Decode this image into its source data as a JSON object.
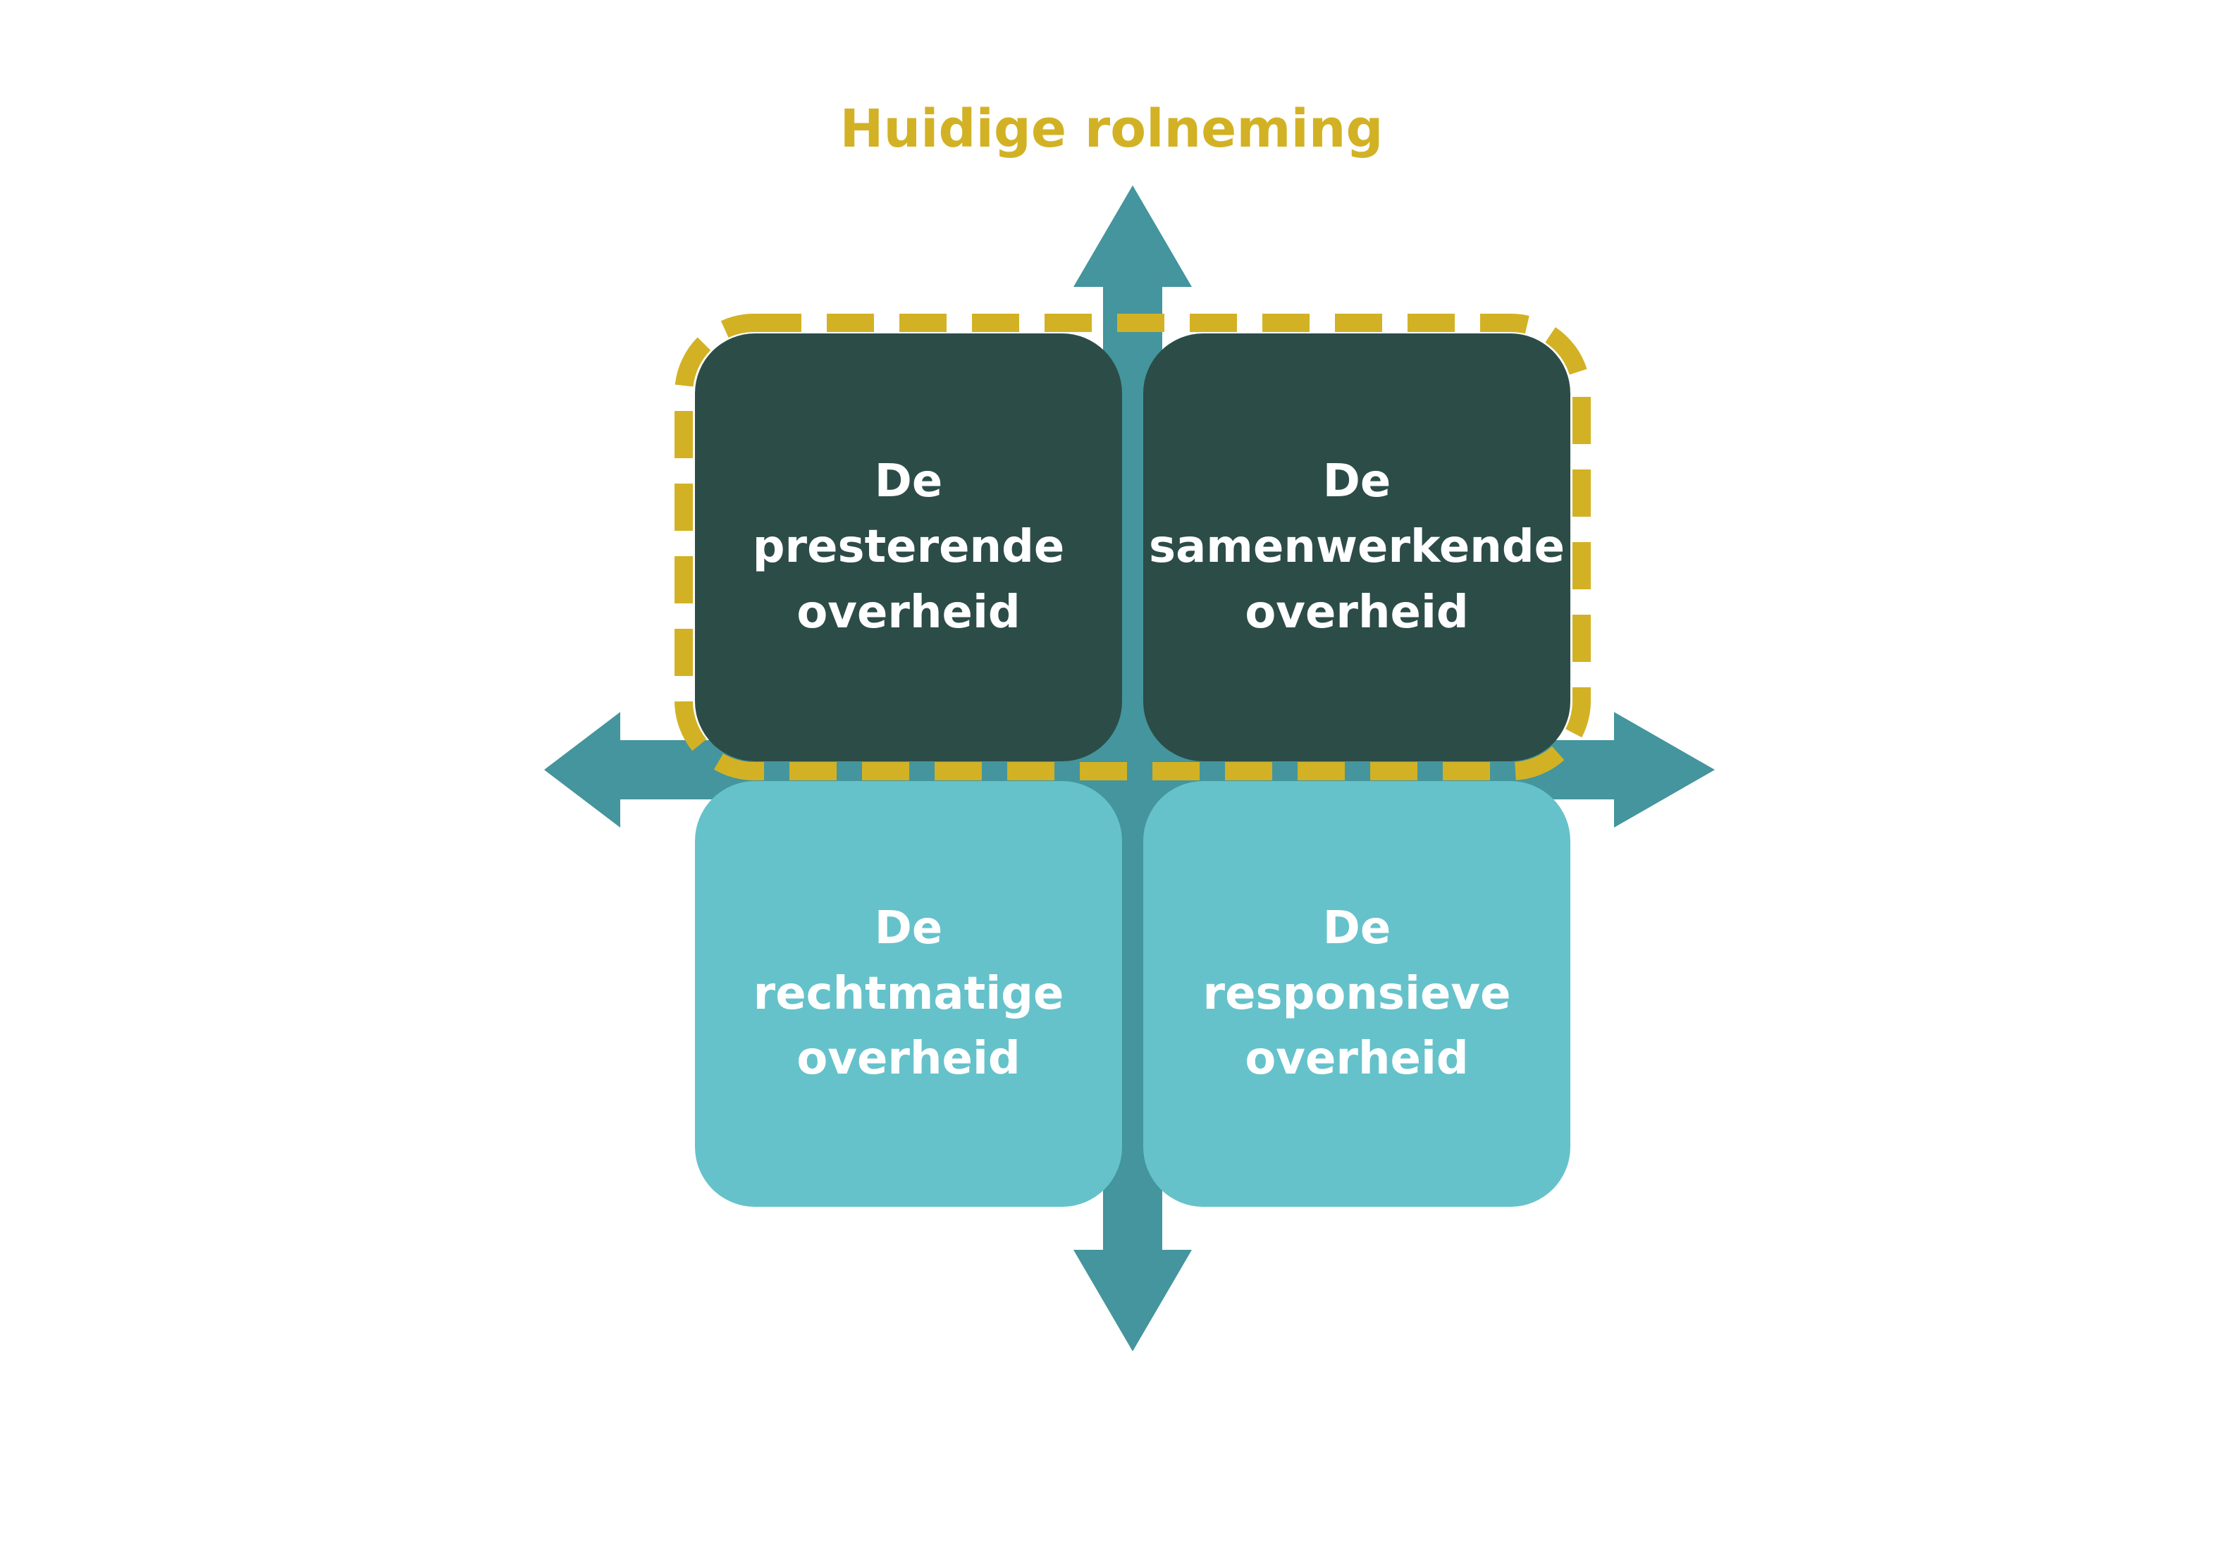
{
  "title": "Huidige rolneming",
  "quadrants": [
    {
      "id": "presterende",
      "label": "De presterende\noverheid",
      "tone": "dark"
    },
    {
      "id": "samenwerkende",
      "label": "De\nsamenwerkende\noverheid",
      "tone": "dark"
    },
    {
      "id": "rechtmatige",
      "label": "De rechtmatige\noverheid",
      "tone": "light"
    },
    {
      "id": "responsieve",
      "label": "De responsieve\noverheid",
      "tone": "light"
    }
  ],
  "highlight": {
    "description": "dashed outline marking current role focus on top two quadrants",
    "style": "dashed",
    "color": "#D2B224"
  },
  "axes": {
    "vertical_arrow": "double-headed arrow up-down",
    "horizontal_arrow": "double-headed arrow left-right"
  },
  "colors": {
    "gold": "#D2B224",
    "dark": "#2C4C48",
    "light": "#65C2CA",
    "arrow": "#44959D",
    "text": "#FFFFFF",
    "bg": "#FFFFFF"
  }
}
